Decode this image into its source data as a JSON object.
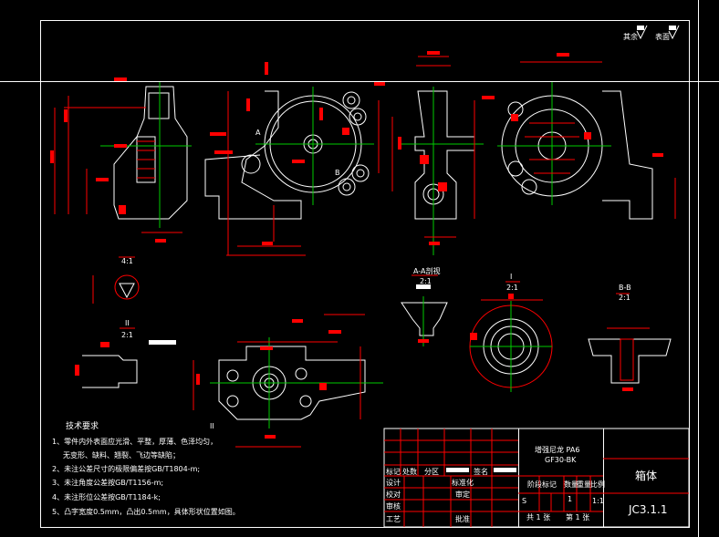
{
  "surface_finish": {
    "rest_label": "其余",
    "surface_label": "表面"
  },
  "views": {
    "section_aa_title": "A-A剖视",
    "section_aa_scale": "2:1",
    "detail_i_title": "I",
    "detail_i_scale": "2:1",
    "section_bb_title": "B-B",
    "section_bb_scale": "2:1",
    "detail_ii_title": "II",
    "detail_ii_scale": "2:1",
    "detail_small_scale": "4:1",
    "marker_a": "A",
    "marker_b": "B",
    "marker_i": "I",
    "marker_ii": "II"
  },
  "tech_requirements": {
    "title": "技术要求",
    "items": [
      "1、零件内外表面应光滑、平整，厚薄、色泽均匀，",
      "无变形、缺料、翘裂、飞边等缺陷；",
      "2、未注公差尺寸的极限偏差按GB/T1804-m;",
      "3、未注角度公差按GB/T1156-m;",
      "4、未注形位公差按GB/T1184-k;",
      "5、凸字宽度0.5mm，凸出0.5mm，具体形状位置如图。"
    ]
  },
  "title_block": {
    "material_line1": "增强尼龙 PA6",
    "material_line2": "GF30-BK",
    "part_name": "箱体",
    "drawing_number": "JC3.1.1",
    "headers": {
      "mark": "标记",
      "count": "处数",
      "zone": "分区",
      "signature": "签名",
      "design": "设计",
      "check": "校对",
      "review": "审核",
      "process": "工艺",
      "standardize": "标准化",
      "approve_check": "审定",
      "approve": "批准",
      "stage_mark": "阶段标记",
      "quantity": "数量",
      "weight": "重量",
      "scale": "比例"
    },
    "stage_value": "S",
    "quantity_value": "1",
    "scale_value": "1:1",
    "sheet_total": "共 1 张",
    "sheet_index": "第 1 张"
  }
}
